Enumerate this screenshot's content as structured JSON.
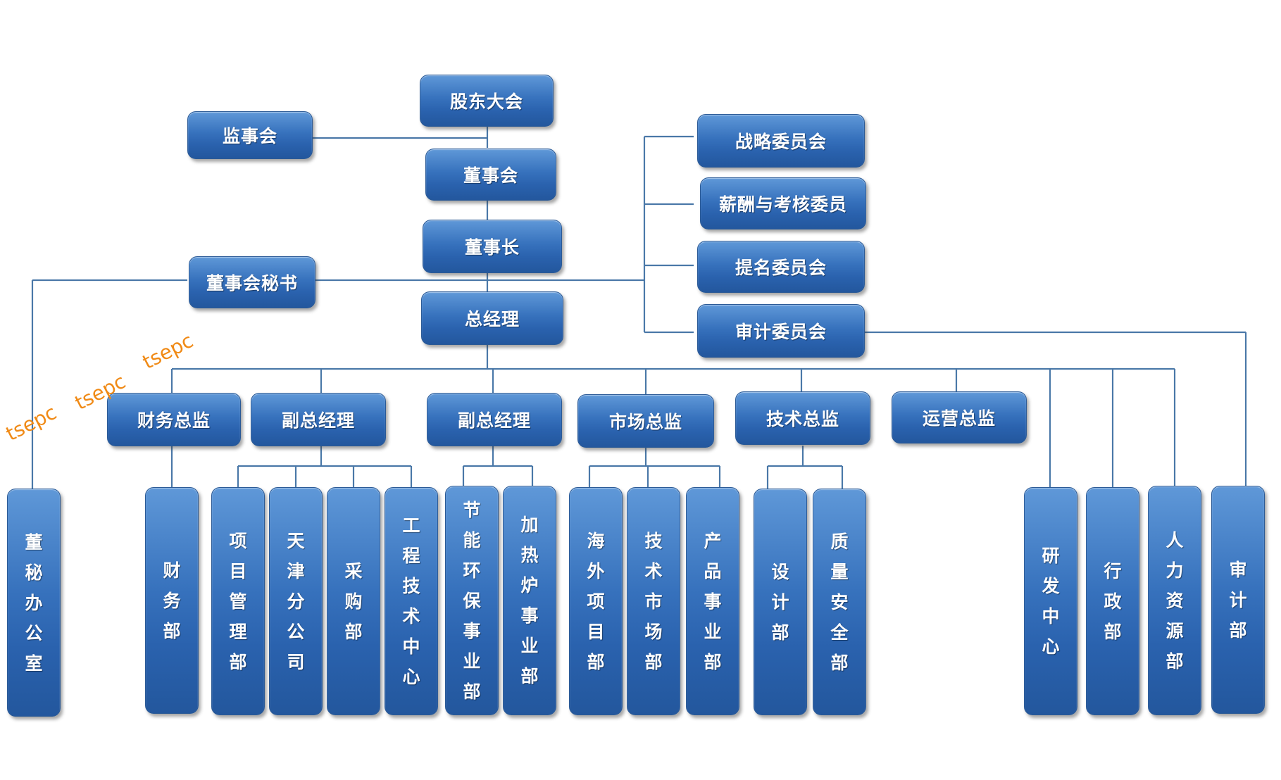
{
  "colors": {
    "box_fill": "#2f6ab3",
    "connector": "#4a78a8",
    "watermark": "#f08a16"
  },
  "nodes": {
    "shareholders": "股东大会",
    "supervisory_board": "监事会",
    "board": "董事会",
    "chairman": "董事长",
    "board_secretary": "董事会秘书",
    "general_manager": "总经理",
    "strategy_committee": "战略委员会",
    "compensation_committee": "薪酬与考核委员",
    "nomination_committee": "提名委员会",
    "audit_committee": "审计委员会",
    "cfo": "财务总监",
    "vp1": "副总经理",
    "vp2": "副总经理",
    "cmo": "市场总监",
    "cto": "技术总监",
    "coo": "运营总监"
  },
  "departments": {
    "board_office": "董秘办公室",
    "finance": "财务部",
    "project_mgmt": "项目管理部",
    "tianjin_branch": "天津分公司",
    "purchasing": "采购部",
    "engineering_center": "工程技术中心",
    "energy_env": "节能环保事业部",
    "furnace": "加热炉事业部",
    "overseas": "海外项目部",
    "tech_market": "技术市场部",
    "product": "产品事业部",
    "design": "设计部",
    "quality_safety": "质量安全部",
    "rnd_center": "研发中心",
    "admin": "行政部",
    "hr": "人力资源部",
    "audit": "审计部"
  },
  "watermarks": [
    "tsepc",
    "tsepc",
    "tsepc"
  ]
}
